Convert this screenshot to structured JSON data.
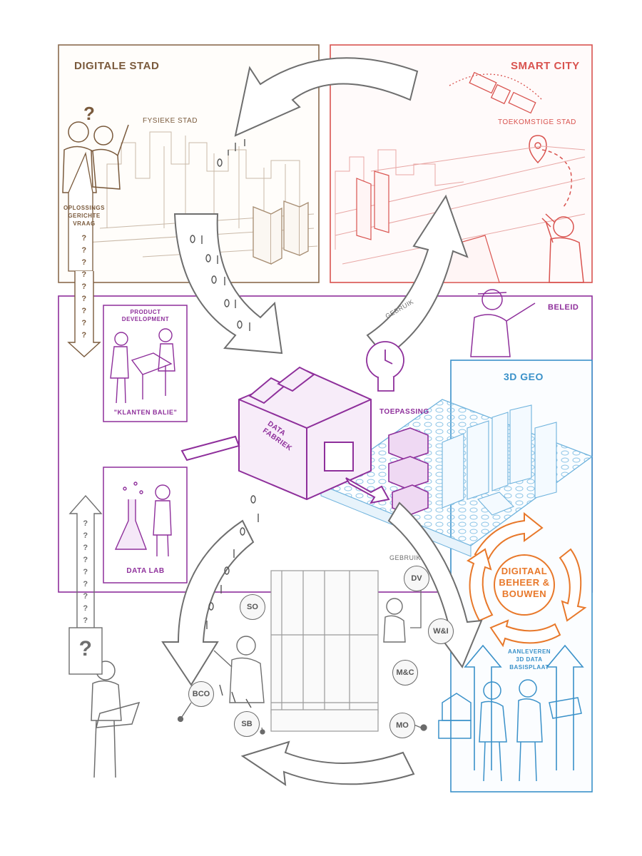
{
  "colors": {
    "brown": "#7a5a3c",
    "red": "#d9534f",
    "purple": "#8e2f9b",
    "blue": "#3a91c9",
    "orange": "#e8782a",
    "grey": "#6e6e6e"
  },
  "sections": {
    "digitale_stad": {
      "title": "DIGITALE STAD",
      "sub": "FYSIEKE STAD",
      "question": "?"
    },
    "smart_city": {
      "title": "SMART CITY",
      "sub": "TOEKOMSTIGE STAD"
    },
    "beleid": {
      "title": "BELEID"
    },
    "geo": {
      "title": "3D GEO"
    }
  },
  "oplossings": {
    "line1": "OPLOSSINGS",
    "line2": "GERICHTE",
    "line3": "VRAAG",
    "marks": "?"
  },
  "purple_panel": {
    "product_line1": "PRODUCT",
    "product_line2": "DEVELOPMENT",
    "klanten": "\"KLANTEN BALIE\"",
    "datalab": "DATA LAB",
    "fabriek_line1": "DATA",
    "fabriek_line2": "FABRIEK",
    "toepassing": "TOEPASSING",
    "gebruik_top": "GEBRUIK"
  },
  "lower": {
    "gebruik": "GEBRUIK",
    "circles": [
      "DV",
      "SO",
      "W&I",
      "M&C",
      "BCO",
      "SB",
      "MO"
    ],
    "big_question": "?"
  },
  "digitaal_cycle": {
    "line1": "DIGITAAL",
    "line2": "BEHEER &",
    "line3": "BOUWEN"
  },
  "aanleveren": {
    "line1": "AANLEVEREN",
    "line2": "3D DATA",
    "line3": "BASISPLAAT"
  }
}
